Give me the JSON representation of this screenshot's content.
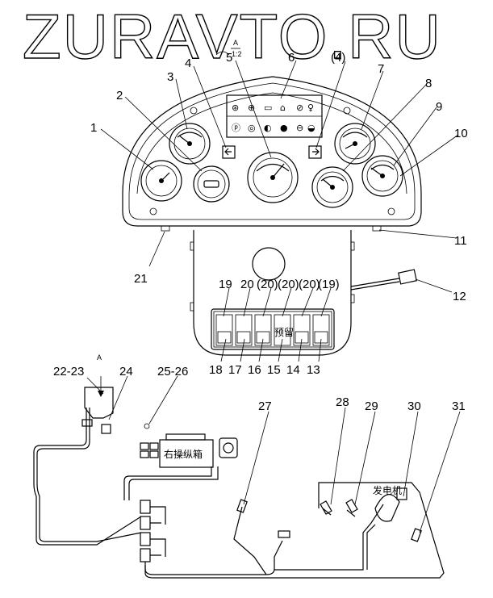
{
  "watermark": "ZURAVTO.RU",
  "view_marker": {
    "letter": "A",
    "scale": "1:2"
  },
  "callouts": {
    "c1": "1",
    "c2": "2",
    "c3": "3",
    "c4": "4",
    "c5": "5",
    "c6": "6",
    "c4b": "(4)",
    "c7": "7",
    "c8": "8",
    "c9": "9",
    "c10": "10",
    "c11": "11",
    "c12": "12",
    "c21": "21",
    "top_switches": [
      "19",
      "20",
      "(20)",
      "(20)",
      "(20)",
      "(19)"
    ],
    "bottom_switches": [
      "18",
      "17",
      "16",
      "15",
      "14",
      "13"
    ],
    "c22_23": "22-23",
    "cA": "A",
    "c24": "24",
    "c25_26": "25-26",
    "c27": "27",
    "c28": "28",
    "c29": "29",
    "c30": "30",
    "c31": "31"
  },
  "switch_panel": {
    "reserved_label": "预留"
  },
  "wiring": {
    "right_control_box": "右操纵箱",
    "generator": "发电机"
  }
}
